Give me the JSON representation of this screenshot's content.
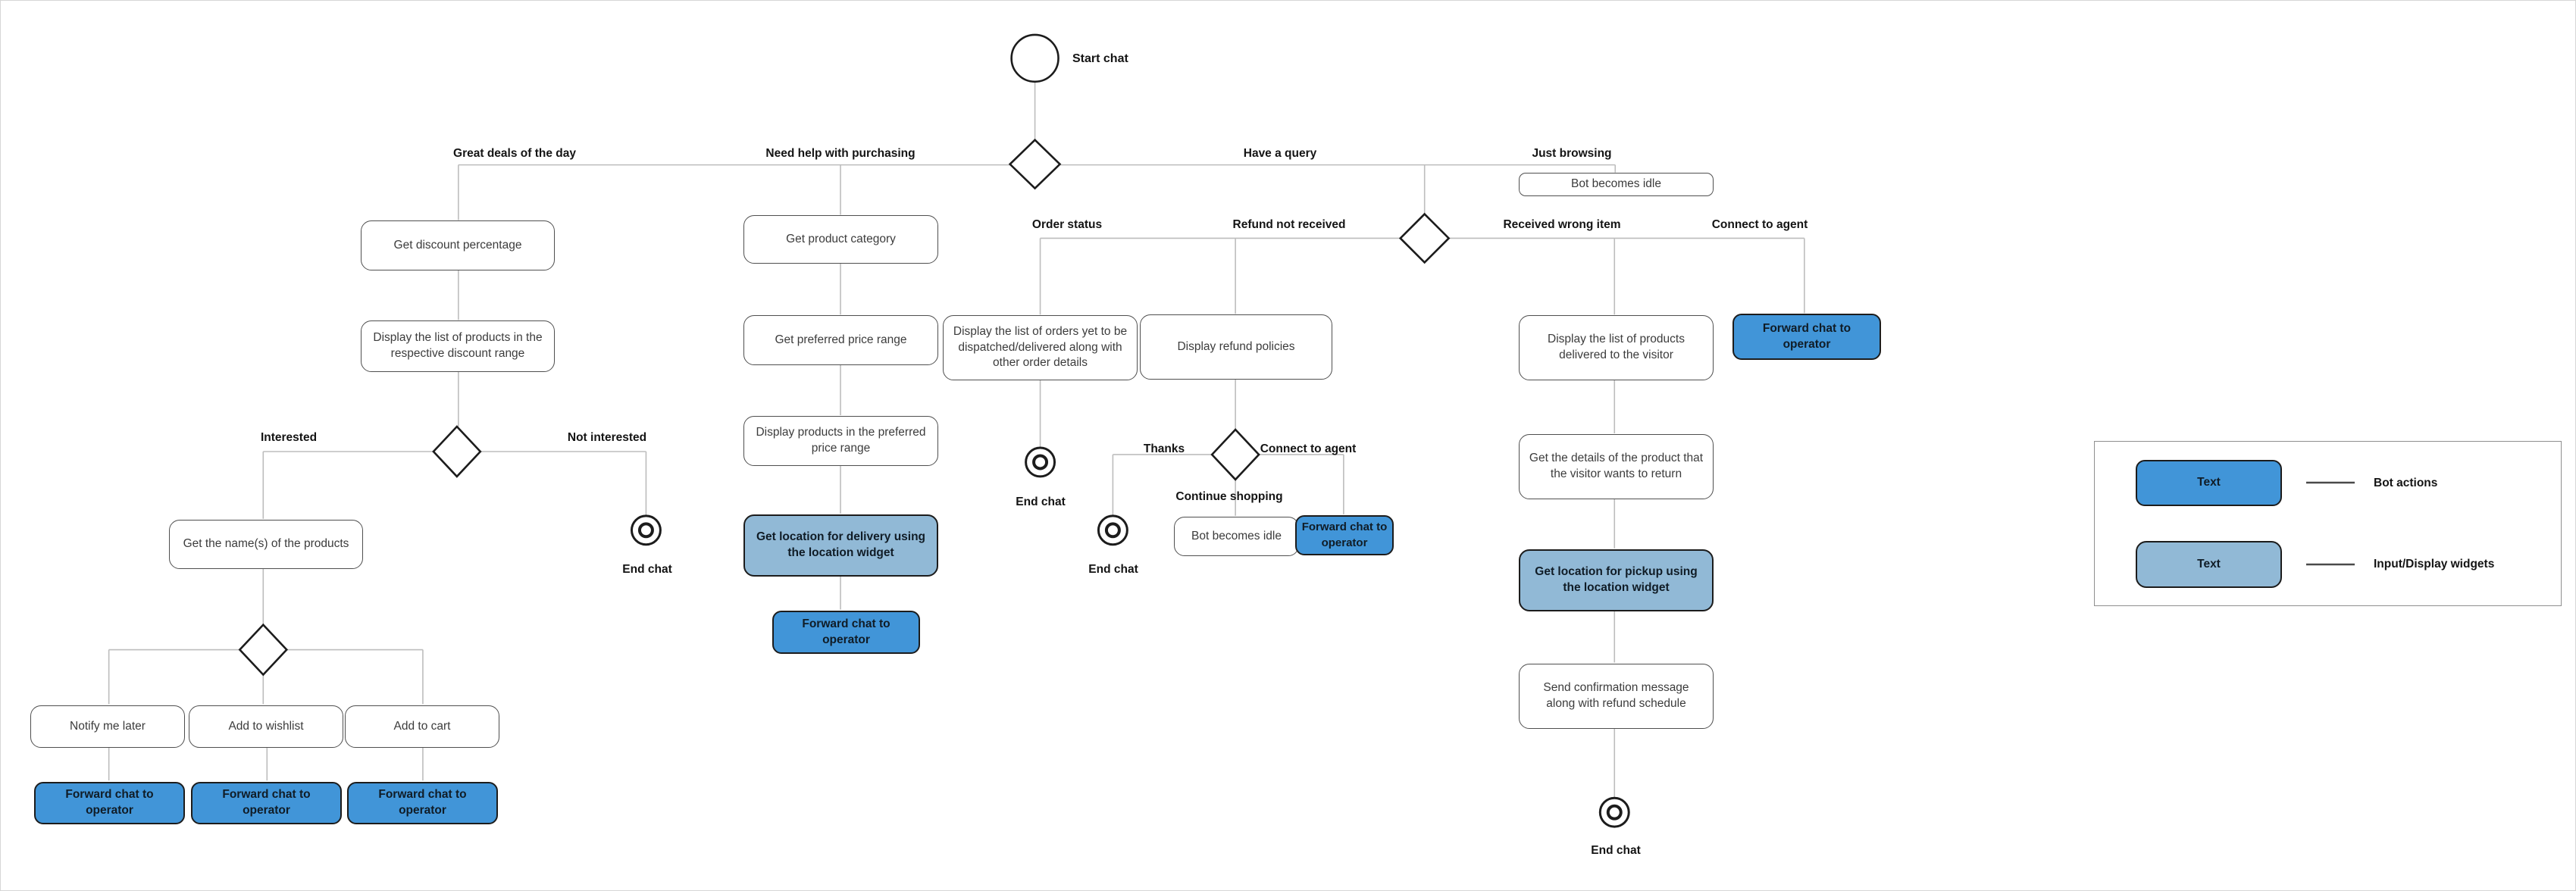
{
  "colors": {
    "bot_action_blue": "#4195D8",
    "widget_blue": "#91B9D6",
    "connector_gray": "#bdbdbd",
    "shape_outline": "#1c1c1c"
  },
  "terminals": {
    "start_chat": "Start chat",
    "end_chat": "End chat"
  },
  "branch_labels": {
    "great_deals": "Great deals of the day",
    "need_help": "Need help with purchasing",
    "have_query": "Have a query",
    "just_browsing": "Just browsing",
    "order_status": "Order status",
    "refund_not_received": "Refund not received",
    "received_wrong_item": "Received wrong item",
    "connect_to_agent": "Connect to agent",
    "interested": "Interested",
    "not_interested": "Not interested",
    "thanks": "Thanks",
    "continue_shopping": "Continue shopping"
  },
  "nodes": {
    "get_discount": "Get discount percentage",
    "display_discount_products": "Display the list of products in the respective discount range",
    "get_names": "Get the name(s) of the products",
    "notify_me_later": "Notify me later",
    "add_to_wishlist": "Add to wishlist",
    "add_to_cart": "Add to cart",
    "forward_chat": "Forward chat to operator",
    "get_category": "Get product category",
    "get_price_range": "Get preferred price range",
    "display_price_products": "Display products in the preferred price range",
    "get_location_delivery": "Get location for delivery using the location widget",
    "bot_becomes_idle": "Bot becomes idle",
    "display_orders": "Display the list of orders yet to be dispatched/delivered along with other order details",
    "display_refund_policies": "Display refund policies",
    "display_delivered": "Display the list of products delivered to the visitor",
    "get_return_details": "Get the details of the product that the visitor wants to return",
    "get_location_pickup": "Get location for pickup using the location widget",
    "send_confirmation": "Send confirmation message along with refund schedule"
  },
  "legend": {
    "sample_text": "Text",
    "bot_actions": "Bot actions",
    "input_display": "Input/Display widgets"
  }
}
